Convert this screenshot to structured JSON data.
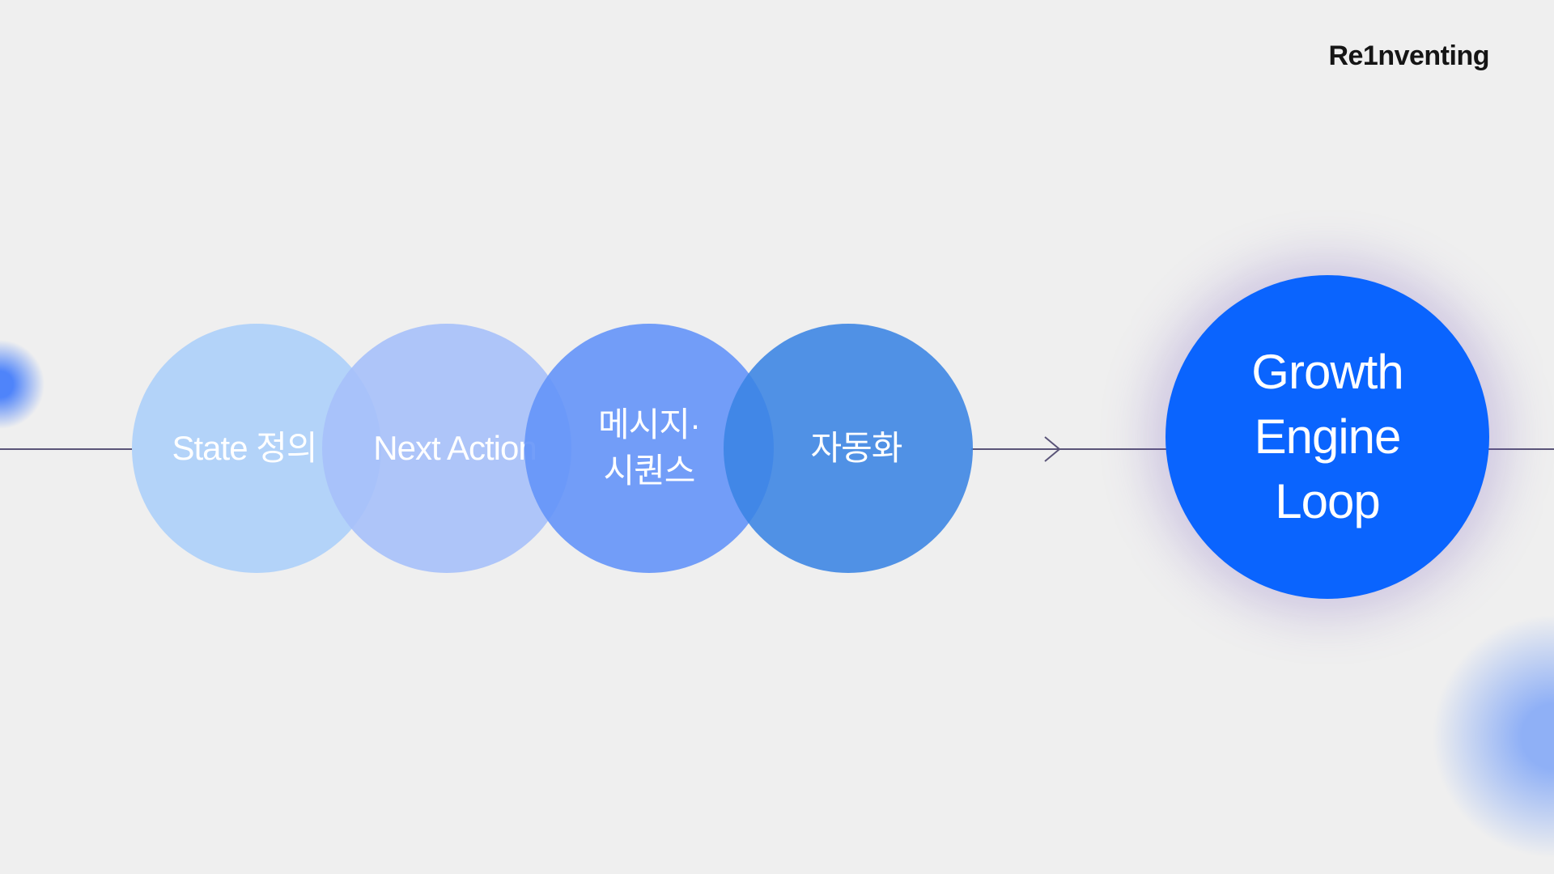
{
  "logo": "Re1nventing",
  "steps": [
    {
      "label": "State 정의"
    },
    {
      "label": "Next Action"
    },
    {
      "label_lines": [
        "메시지·",
        "시퀀스"
      ]
    },
    {
      "label": "자동화"
    }
  ],
  "result": {
    "lines": [
      "Growth",
      "Engine",
      "Loop"
    ]
  },
  "colors": {
    "step1": "#b3d3f9",
    "step2": "#adc6fa",
    "step3": "#739ff8",
    "step4": "#4f92e6",
    "result": "#0a64fe",
    "line": "#5a5478"
  }
}
